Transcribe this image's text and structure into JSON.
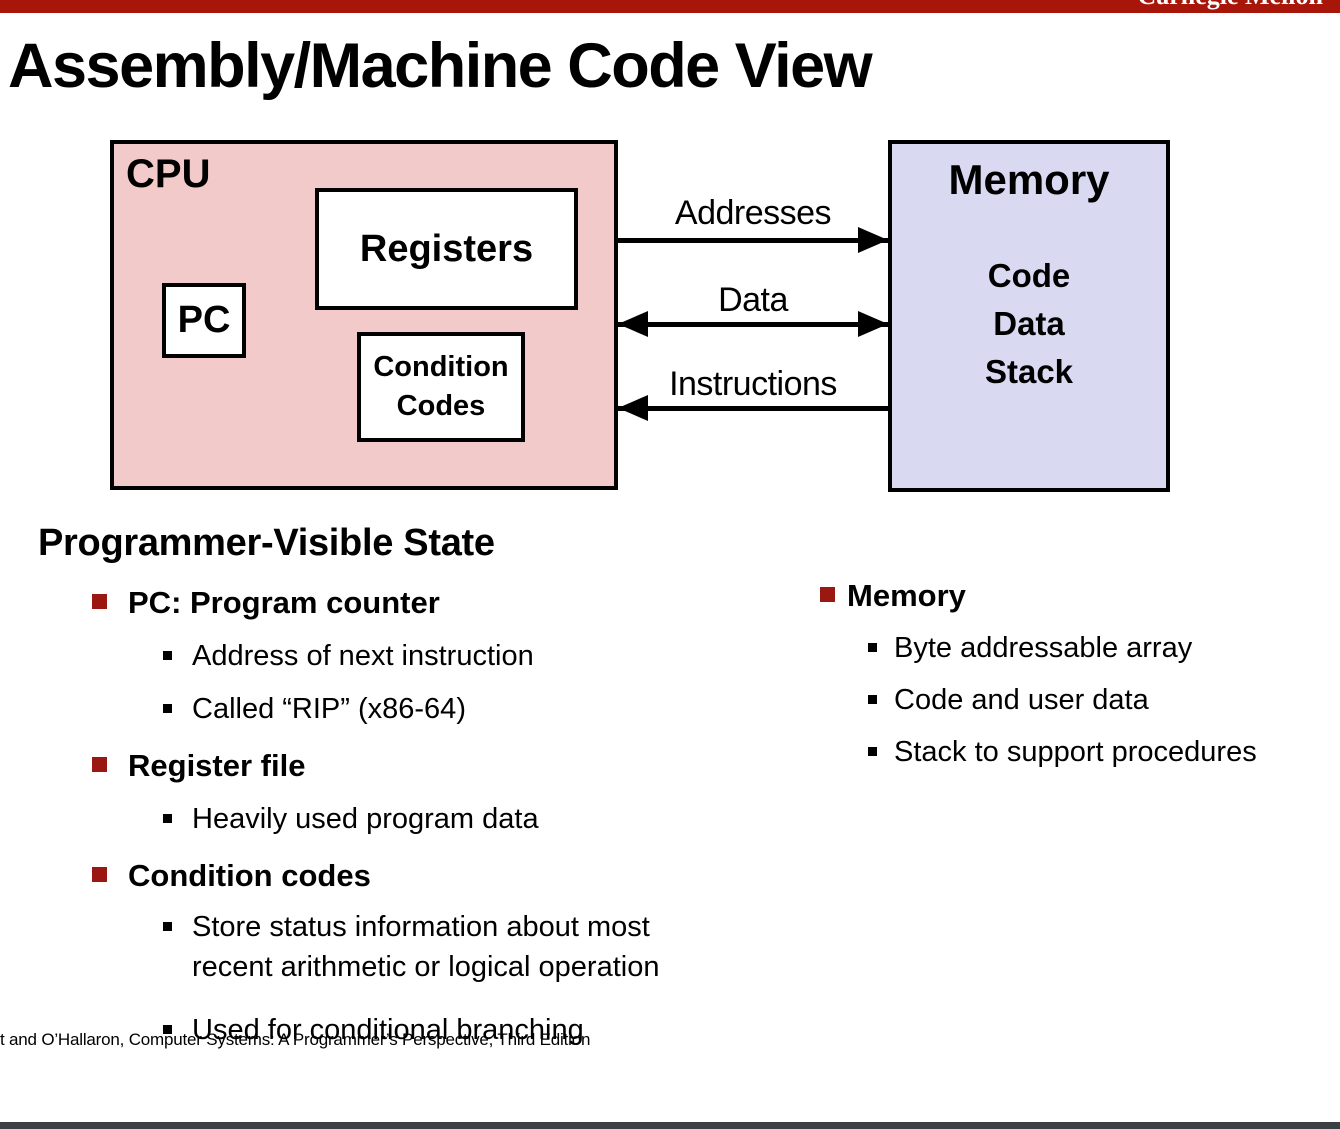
{
  "slide": {
    "brand": "Carnegie Mellon",
    "title": "Assembly/Machine Code View",
    "footer": "t and O’Hallaron, Computer Systems: A Programmer’s Perspective, Third Edition"
  },
  "diagram": {
    "cpu": {
      "label": "CPU",
      "registers_label": "Registers",
      "pc_label": "PC",
      "condition_codes_line1": "Condition",
      "condition_codes_line2": "Codes"
    },
    "memory": {
      "label": "Memory",
      "items": [
        {
          "label": "Code"
        },
        {
          "label": "Data"
        },
        {
          "label": "Stack"
        }
      ]
    },
    "buses": [
      {
        "label": "Addresses",
        "direction": "cpu-to-memory"
      },
      {
        "label": "Data",
        "direction": "bidirectional"
      },
      {
        "label": "Instructions",
        "direction": "memory-to-cpu"
      }
    ]
  },
  "content": {
    "heading": "Programmer-Visible State",
    "left_bullets": [
      {
        "level": 1,
        "text": "PC: Program counter"
      },
      {
        "level": 2,
        "text": "Address of next instruction"
      },
      {
        "level": 2,
        "text": "Called “RIP” (x86-64)"
      },
      {
        "level": 1,
        "text": "Register file"
      },
      {
        "level": 2,
        "text": "Heavily used program data"
      },
      {
        "level": 1,
        "text": "Condition codes"
      },
      {
        "level": 2,
        "text": "Store status information about most"
      },
      {
        "level": 2,
        "text": "recent arithmetic or logical operation",
        "continuation": true
      },
      {
        "level": 2,
        "text": "Used for conditional branching"
      }
    ],
    "right_bullets": [
      {
        "level": 1,
        "text": "Memory"
      },
      {
        "level": 2,
        "text": "Byte addressable array"
      },
      {
        "level": 2,
        "text": "Code and user data"
      },
      {
        "level": 2,
        "text": "Stack to support procedures"
      }
    ]
  },
  "colors": {
    "banner_red": "#A8160A",
    "bullet_red": "#9A1712",
    "cpu_fill": "#F3CACA",
    "memory_fill": "#D9D9F2",
    "footer_bar": "#3B4045",
    "box_border": "#000000"
  }
}
